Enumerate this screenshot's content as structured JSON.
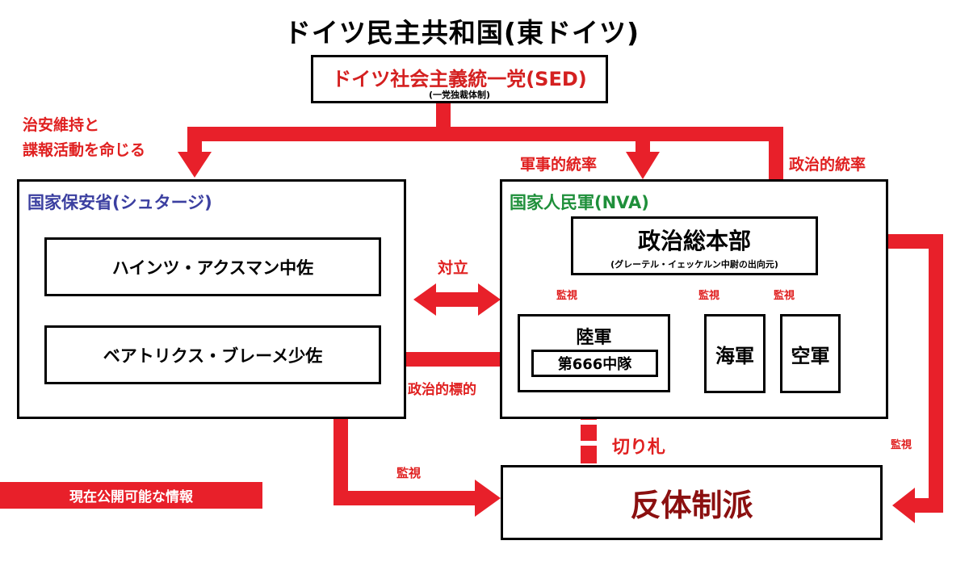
{
  "title": "ドイツ民主共和国(東ドイツ)",
  "sed": {
    "name": "ドイツ社会主義統一党(SED)",
    "sub": "(一党独裁体制)"
  },
  "labels": {
    "order_stasi_1": "治安維持と",
    "order_stasi_2": "諜報活動を命じる",
    "military_command": "軍事的統率",
    "political_command": "政治的統率",
    "opposition": "対立",
    "political_target": "政治的標的",
    "monitor_pha_army": "監視",
    "monitor_pha_navy": "監視",
    "monitor_pha_air": "監視",
    "monitor_stasi": "監視",
    "monitor_pha_dissent": "監視",
    "trump_card": "切り札"
  },
  "stasi": {
    "title": "国家保安省(シュタージ)",
    "person1": "ハインツ・アクスマン中佐",
    "person2": "ベアトリクス・ブレーメ少佐"
  },
  "nva": {
    "title": "国家人民軍(NVA)",
    "pha_title": "政治総本部",
    "pha_sub": "(グレーテル・イェッケルン中尉の出向元)",
    "army": "陸軍",
    "unit": "第666中隊",
    "navy": "海軍",
    "air": "空軍"
  },
  "dissidents": "反体制派",
  "legend": "現在公開可能な情報",
  "colors": {
    "arrow": "#e8202a",
    "stasi_title": "#3b3fa0",
    "nva_title": "#1e8f3a",
    "dissident": "#8b1010",
    "sed_text": "#d42020"
  }
}
